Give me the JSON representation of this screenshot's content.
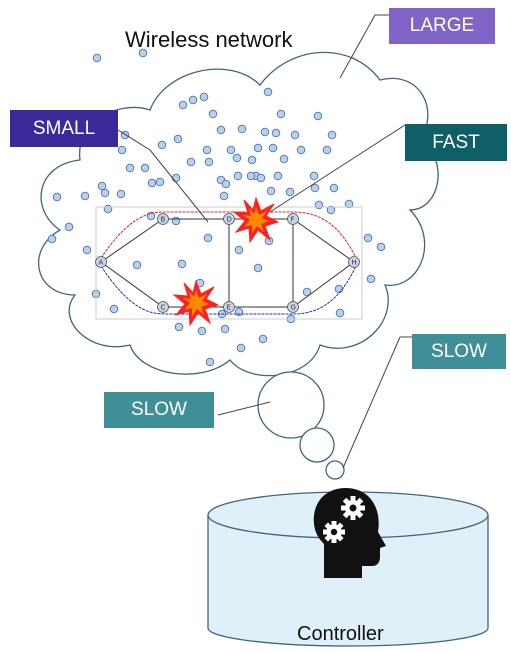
{
  "title": "Wireless network",
  "labels": {
    "large": "LARGE",
    "small": "SMALL",
    "fast": "FAST",
    "slow_top": "SLOW",
    "slow_bubble": "SLOW"
  },
  "controller": {
    "label": "Controller"
  },
  "graph": {
    "nodes": [
      "A",
      "B",
      "C",
      "D",
      "E",
      "F",
      "G",
      "H"
    ]
  },
  "colors": {
    "large": "#8064c8",
    "small": "#3a2a9a",
    "fast": "#0f5f66",
    "slow": "#3f8f98",
    "dot_fill": "#b8d0ec",
    "dot_stroke": "#4a76a8",
    "outline": "#3f6580",
    "cylinder_fill": "#dff0f8",
    "explosion_outer": "#ff2020",
    "explosion_inner": "#ff8c00",
    "path_red": "#e02020",
    "path_blue": "#2030c0"
  },
  "icons": [
    "head-with-gears-icon",
    "explosion-icon"
  ]
}
